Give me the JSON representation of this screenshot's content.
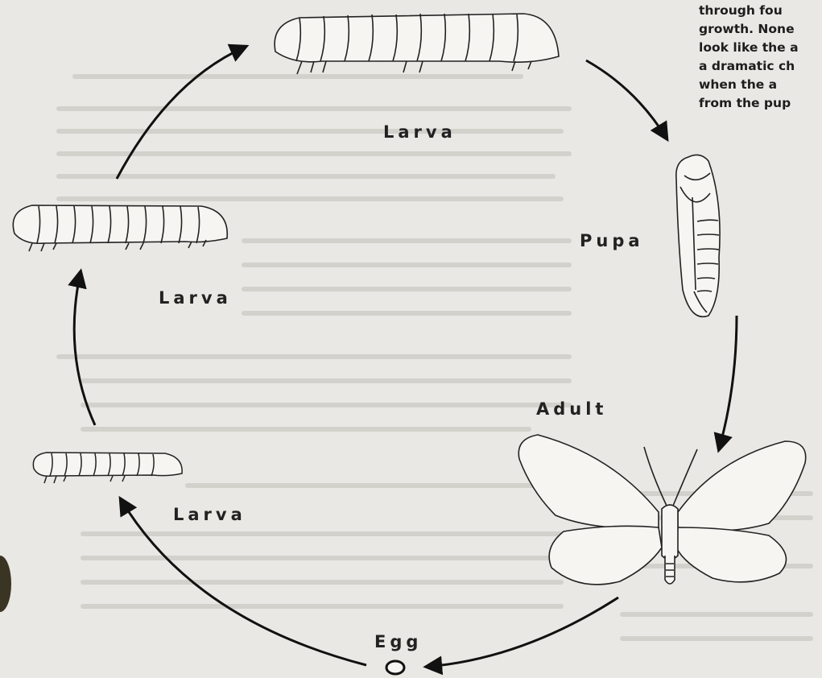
{
  "diagram": {
    "labels": {
      "larva_top": "Larva",
      "larva_left": "Larva",
      "larva_bottom": "Larva",
      "pupa": "Pupa",
      "adult": "Adult",
      "egg": "Egg"
    },
    "side_text": [
      "through fou",
      "growth. None",
      "look like the a",
      "a dramatic ch",
      "when the a",
      "from the pup"
    ]
  }
}
